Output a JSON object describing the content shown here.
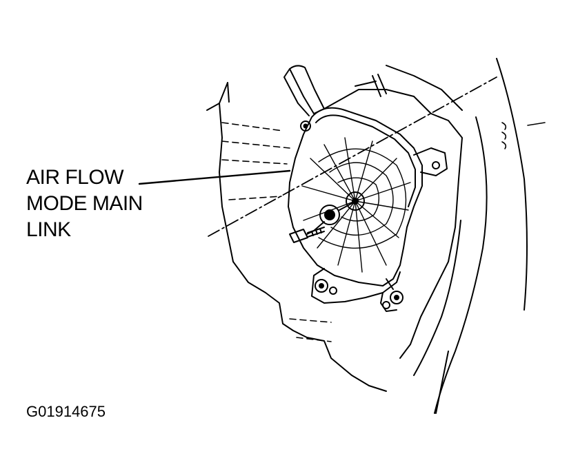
{
  "callout": {
    "line1": "AIR FLOW",
    "line2": "MODE MAIN",
    "line3": "LINK"
  },
  "figure_id": "G01914675",
  "colors": {
    "ink": "#000000",
    "paper": "#ffffff"
  }
}
